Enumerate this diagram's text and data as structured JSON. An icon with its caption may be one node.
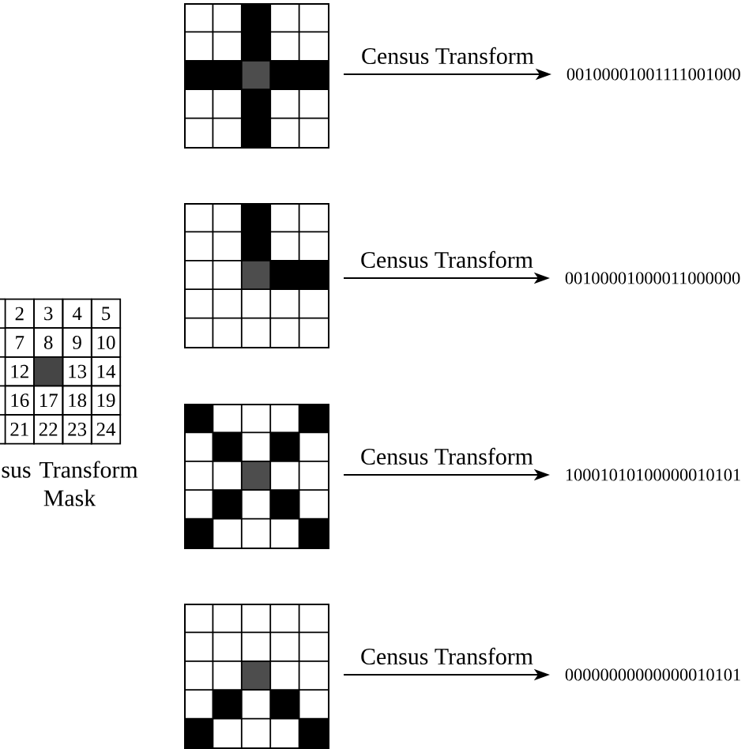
{
  "diagram": {
    "nodes": [
      {
        "text": [],
        "shape": "grid"
      },
      {
        "text": [
          "00100001001111001000"
        ]
      },
      {
        "text": [],
        "shape": "grid"
      },
      {
        "text": [
          "00100001000011000000"
        ]
      },
      {
        "text": [],
        "shape": "grid"
      },
      {
        "text": [
          "10001010100000010101"
        ]
      },
      {
        "text": [],
        "shape": "grid"
      },
      {
        "text": [
          "00000000000000010101"
        ]
      }
    ],
    "edges": [
      {
        "from": 0,
        "to": 1,
        "arrow": "to",
        "label": "Census Transform"
      },
      {
        "from": 2,
        "to": 3,
        "arrow": "to",
        "label": "Census Transform"
      },
      {
        "from": 4,
        "to": 5,
        "arrow": "to",
        "label": "Census Transform"
      },
      {
        "from": 6,
        "to": 7,
        "arrow": "to",
        "label": "Census Transform"
      }
    ],
    "labels": [
      "2",
      "3",
      "4",
      "5",
      "7",
      "8",
      "9",
      "10",
      "12",
      "13",
      "14",
      "16",
      "17",
      "18",
      "19",
      "21",
      "22",
      "23",
      "24",
      "sus Transform Mask"
    ]
  }
}
